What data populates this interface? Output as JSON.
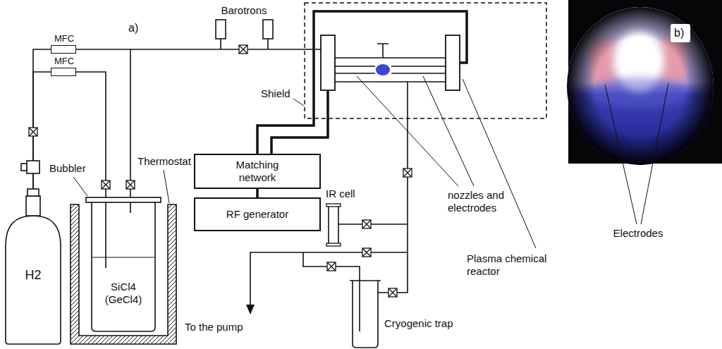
{
  "diagram": {
    "nodes": [
      {
        "text": [
          "MFC"
        ]
      },
      {
        "text": [
          "MFC"
        ]
      },
      {
        "text": [
          "Matching network"
        ]
      },
      {
        "text": [
          "RF generator"
        ]
      },
      {
        "text": [
          "Thermostat"
        ]
      },
      {
        "text": [
          "Bubbler",
          "SiCl4 (GeCl4)"
        ],
        "in": 4
      },
      {
        "text": [
          "H2"
        ]
      }
    ],
    "edges": [
      {
        "from": 6,
        "to": 0,
        "arrow": "none"
      },
      {
        "from": 6,
        "to": 1,
        "arrow": "none"
      },
      {
        "from": 1,
        "to": 5,
        "arrow": "none"
      },
      {
        "from": 2,
        "to": 3,
        "arrow": "none"
      }
    ],
    "labels": [
      "a)",
      "Barotrons",
      "Shield",
      "IR cell",
      "nozzles and electrodes",
      "Plasma chemical reactor",
      "Cryogenic trap",
      "To the pump",
      "b)",
      "Electrodes"
    ]
  }
}
